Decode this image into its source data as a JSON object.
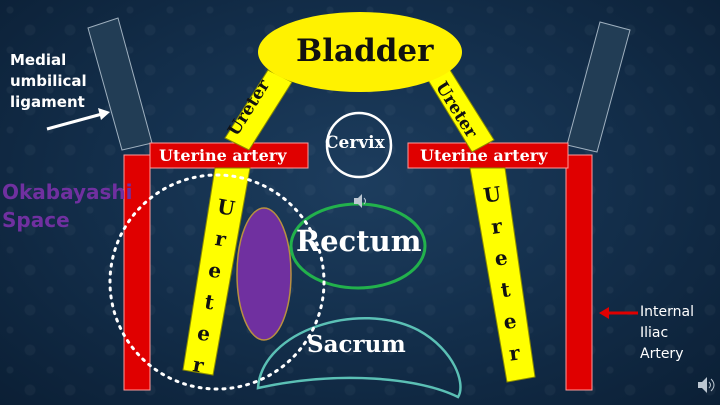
{
  "labels": {
    "bladder": "Bladder",
    "ureter_left_top": "Ureter",
    "ureter_right_top": "Ureter",
    "ureter_left_vertical": "Ureter",
    "ureter_right_vertical": "Ureter",
    "cervix": "Cervix",
    "uterine_artery_left": "Uterine artery",
    "uterine_artery_right": "Uterine artery",
    "rectum": "Rectum",
    "sacrum": "Sacrum",
    "okabayashi": "Okabayashi\nSpace",
    "medial_umbilical": "Medial\numbilical\nligament",
    "internal_iliac": "Internal\nIliac\nArtery"
  },
  "colors": {
    "bladder": "#fff200",
    "ureter": "#ffff00",
    "artery": "#e00000",
    "ligament": "#223d55",
    "okabayashi": "#7030a0",
    "ovary": "#7030a0",
    "rectum_outline": "#22b14c",
    "sacrum_outline": "#5bc0b5"
  },
  "icons": {
    "speaker": "speaker-icon"
  }
}
